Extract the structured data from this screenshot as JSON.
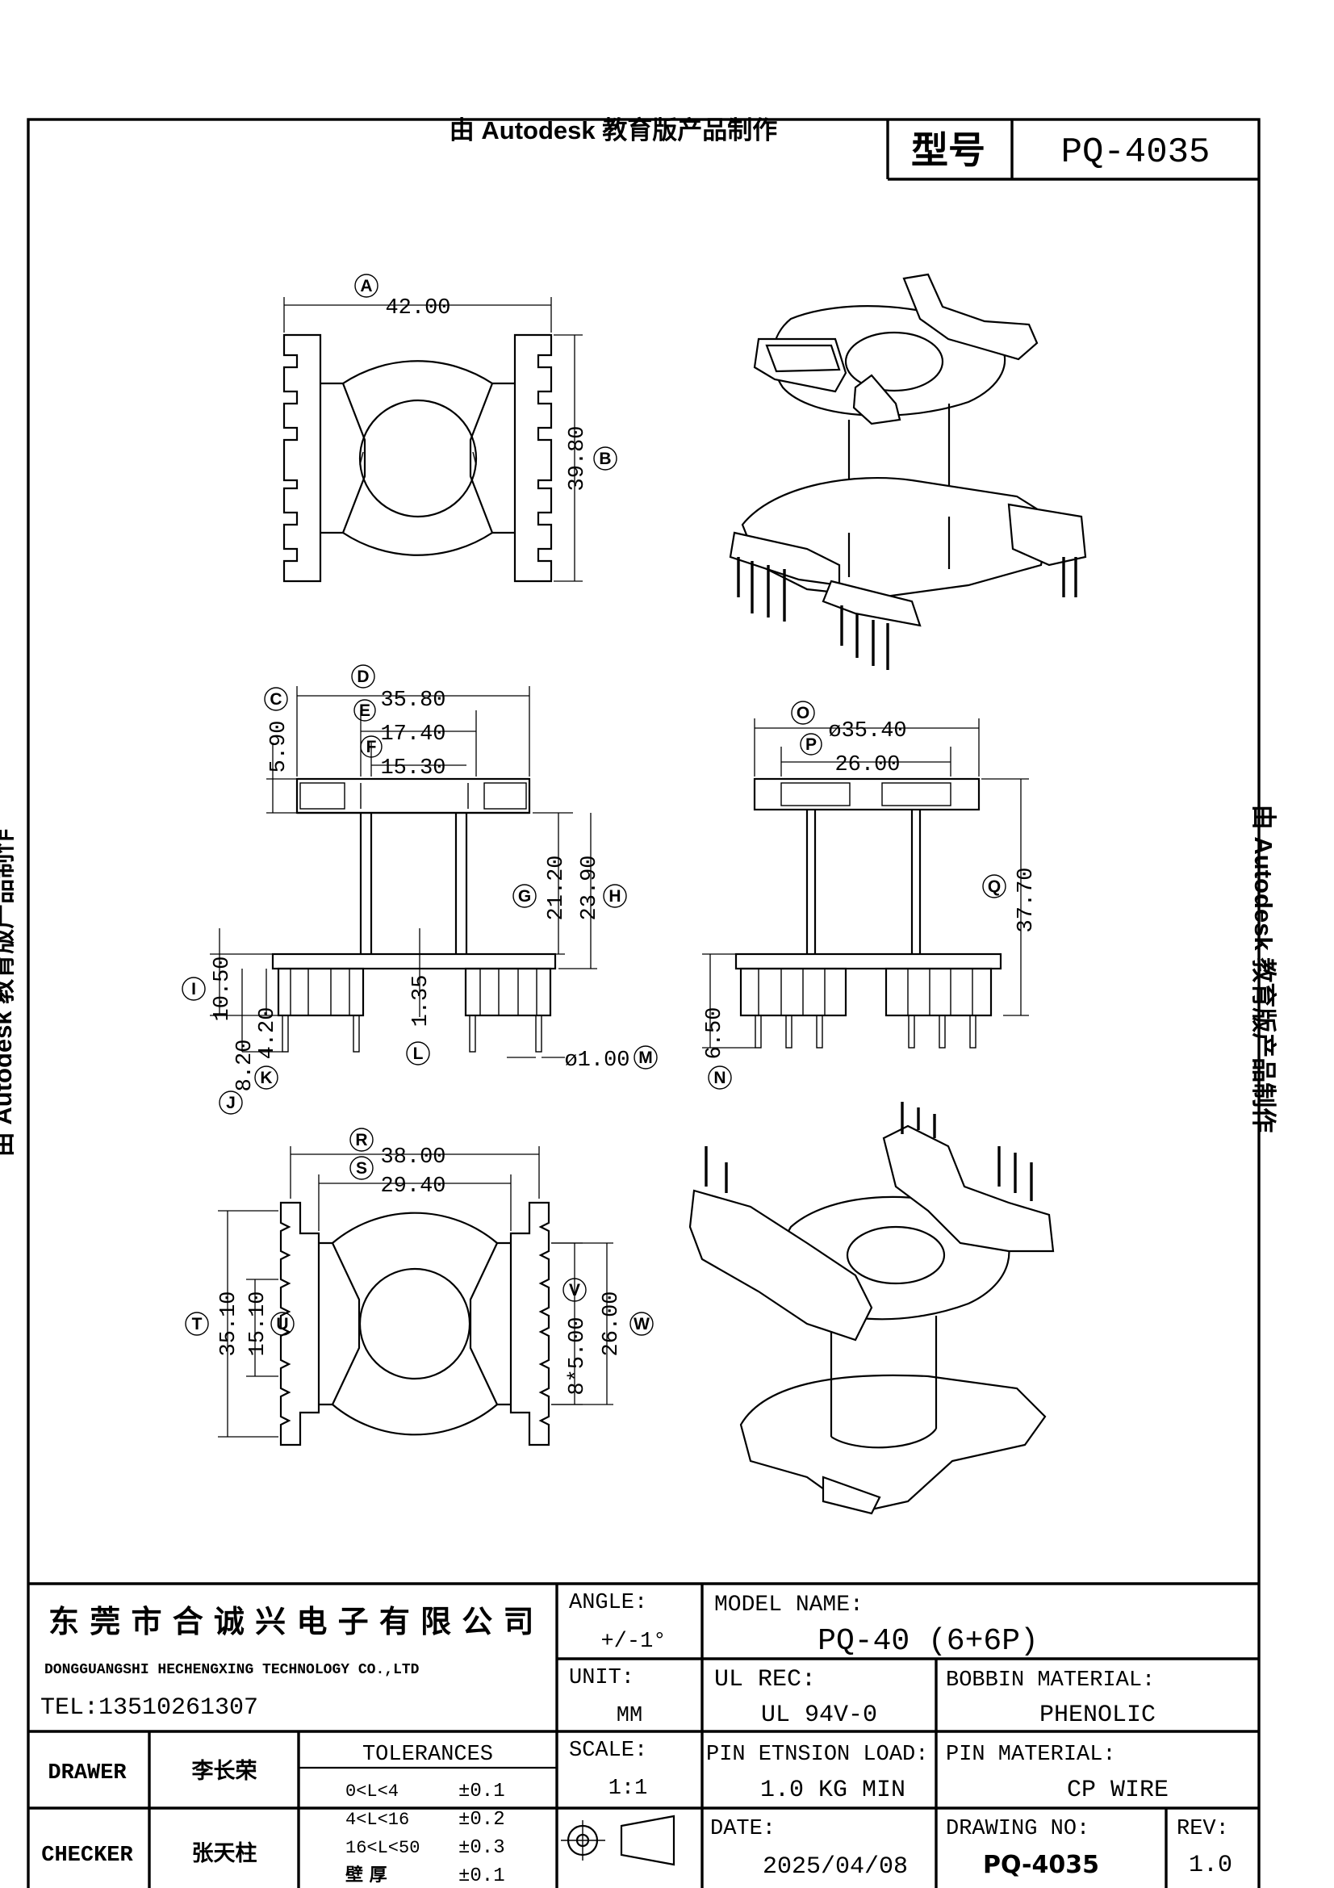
{
  "watermark": {
    "text": "由 Autodesk 教育版产品制作"
  },
  "header": {
    "model_label": "型号",
    "model_value": "PQ-4035"
  },
  "views": {
    "top": {
      "dim_a": "42.00",
      "dim_b": "39.80"
    },
    "front": {
      "dim_c": "5.90",
      "dim_d": "35.80",
      "dim_e": "17.40",
      "dim_f": "15.30",
      "dim_g": "21.20",
      "dim_h": "23.90",
      "dim_i": "10.50",
      "dim_j": "8.20",
      "dim_k": "4.20",
      "dim_l": "1.35",
      "dim_m": "ø1.00"
    },
    "side": {
      "dim_o": "ø35.40",
      "dim_p": "26.00",
      "dim_q": "37.70",
      "dim_n": "6.50"
    },
    "bottom": {
      "dim_r": "38.00",
      "dim_s": "29.40",
      "dim_t": "35.10",
      "dim_u": "15.10",
      "dim_v": "8*5.00",
      "dim_w": "26.00"
    },
    "bubbles": [
      "A",
      "B",
      "C",
      "D",
      "E",
      "F",
      "G",
      "H",
      "I",
      "J",
      "K",
      "L",
      "M",
      "N",
      "O",
      "P",
      "Q",
      "R",
      "S",
      "T",
      "U",
      "V",
      "W"
    ]
  },
  "title_block": {
    "company_cn": "东 莞 市 合 诚 兴 电 子 有 限 公 司",
    "company_en": "DONGGUANGSHI HECHENGXING TECHNOLOGY CO.,LTD",
    "tel": "TEL:13510261307",
    "angle_label": "ANGLE:",
    "angle_value": "+/-1°",
    "unit_label": "UNIT:",
    "unit_value": "MM",
    "scale_label": "SCALE:",
    "scale_value": "1:1",
    "model_name_label": "MODEL NAME:",
    "model_name_value": "PQ-40 (6+6P)",
    "ul_label": "UL REC:",
    "ul_value": "UL 94V-0",
    "bobbin_label": "BOBBIN MATERIAL:",
    "bobbin_value": "PHENOLIC",
    "pin_load_label": "PIN ETNSION LOAD:",
    "pin_load_value": "1.0 KG MIN",
    "pin_mat_label": "PIN MATERIAL:",
    "pin_mat_value": "CP WIRE",
    "date_label": "DATE:",
    "date_value": "2025/04/08",
    "drawing_no_label": "DRAWING NO:",
    "drawing_no_value": "PQ-4035",
    "rev_label": "REV:",
    "rev_value": "1.0",
    "drawer_label": "DRAWER",
    "drawer_name": "李长荣",
    "checker_label": "CHECKER",
    "checker_name": "张天柱",
    "tolerances_label": "TOLERANCES",
    "tolerances": [
      {
        "range": "0<L<4",
        "value": "±0.1"
      },
      {
        "range": "4<L<16",
        "value": "±0.2"
      },
      {
        "range": "16<L<50",
        "value": "±0.3"
      },
      {
        "range": "壁  厚",
        "value": "±0.1"
      }
    ]
  }
}
